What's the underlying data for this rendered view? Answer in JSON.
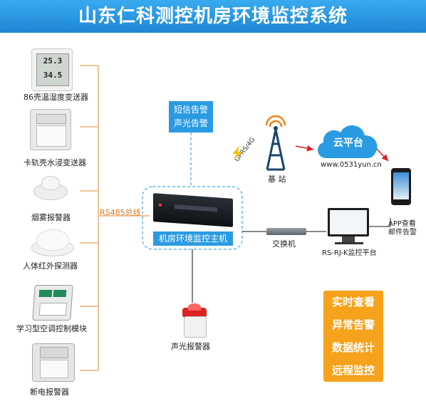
{
  "title": "山东仁科测控机房环境监控系统",
  "devices": [
    {
      "label": "86壳温湿度变送器",
      "icon": "temp-humidity-sensor-icon",
      "screen_lines": [
        "25.3",
        "34.5"
      ]
    },
    {
      "label": "卡轨壳水浸变送器",
      "icon": "water-leak-sensor-icon"
    },
    {
      "label": "烟雾报警器",
      "icon": "smoke-detector-icon"
    },
    {
      "label": "人体红外探测器",
      "icon": "infrared-detector-icon"
    },
    {
      "label": "学习型空调控制模块",
      "icon": "ac-controller-icon"
    },
    {
      "label": "断电报警器",
      "icon": "power-failure-alarm-icon"
    }
  ],
  "bus_label": "RS485总线",
  "alarm_box": {
    "line1": "短信告警",
    "line2": "声光告警"
  },
  "host_label": "机房环境监控主机",
  "siren_label": "声光报警器",
  "gprs_label": "GPRS/4G",
  "tower_label": "基 站",
  "cloud": {
    "title": "云平台",
    "url": "www.0531yun.cn"
  },
  "app_label_line1": "APP查看",
  "app_label_line2": "邮件告警",
  "switch_label": "交换机",
  "platform_label": "RS-RJ-K监控平台",
  "features": [
    "实时查看",
    "异常告警",
    "数据统计",
    "远程监控"
  ],
  "colors": {
    "header": "#2a9be2",
    "bus_line": "#e8a05a",
    "dashed": "#3aa9e8",
    "feature": "#f6a21d",
    "arrow": "#e02020"
  }
}
